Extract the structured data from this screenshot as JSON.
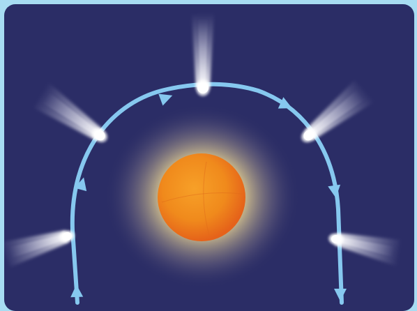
{
  "diagram": {
    "type": "comet-orbit",
    "colors": {
      "frame": "#a8dcf2",
      "space": "#2b2d66",
      "orbit": "#86c8ef",
      "sun_core": "#f2901c",
      "sun_edge": "#e8651a",
      "sun_glow": "#f6e7a2",
      "comet": "#ffffff"
    },
    "sun": {
      "name": "sun",
      "icon": "sun-icon"
    },
    "orbit": {
      "name": "comet-orbit-path",
      "direction_arrows": 6
    },
    "comets": [
      {
        "name": "comet-left-lower",
        "tail_direction": "away-from-sun"
      },
      {
        "name": "comet-left-upper",
        "tail_direction": "away-from-sun"
      },
      {
        "name": "comet-top",
        "tail_direction": "away-from-sun"
      },
      {
        "name": "comet-right-upper",
        "tail_direction": "away-from-sun"
      },
      {
        "name": "comet-right-lower",
        "tail_direction": "away-from-sun"
      }
    ]
  }
}
